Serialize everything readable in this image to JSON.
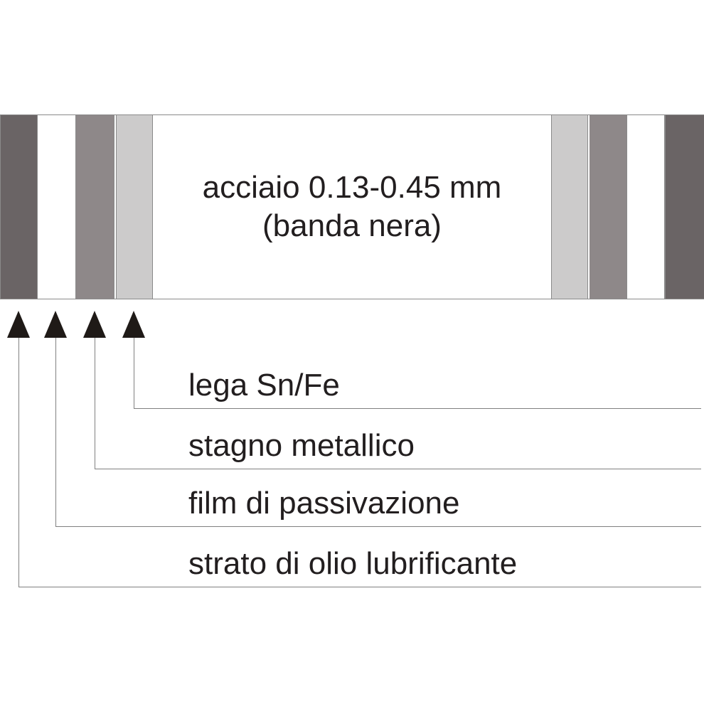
{
  "band": {
    "label_line1": "acciaio 0.13-0.45 mm",
    "label_line2": "(banda nera)"
  },
  "callouts": [
    {
      "label": "lega Sn/Fe",
      "layer": "alloy"
    },
    {
      "label": "stagno metallico",
      "layer": "tin"
    },
    {
      "label": "film di passivazione",
      "layer": "passivation"
    },
    {
      "label": "strato di olio lubrificante",
      "layer": "oil"
    }
  ],
  "layers_outer_to_inner": [
    {
      "name": "strato di olio lubrificante"
    },
    {
      "name": "film di passivazione"
    },
    {
      "name": "stagno metallico"
    },
    {
      "name": "lega Sn/Fe"
    },
    {
      "name": "acciaio 0.13-0.45 mm (banda nera)"
    }
  ],
  "colors": {
    "oil_stripe": "#6a6465",
    "passivation_stripe": "#ffffff",
    "tin_stripe": "#8e8889",
    "alloy_stripe": "#cccbcb",
    "steel_area": "#ffffff",
    "leader_line": "#808080",
    "arrow": "#1f1a17",
    "text": "#221e1f"
  }
}
